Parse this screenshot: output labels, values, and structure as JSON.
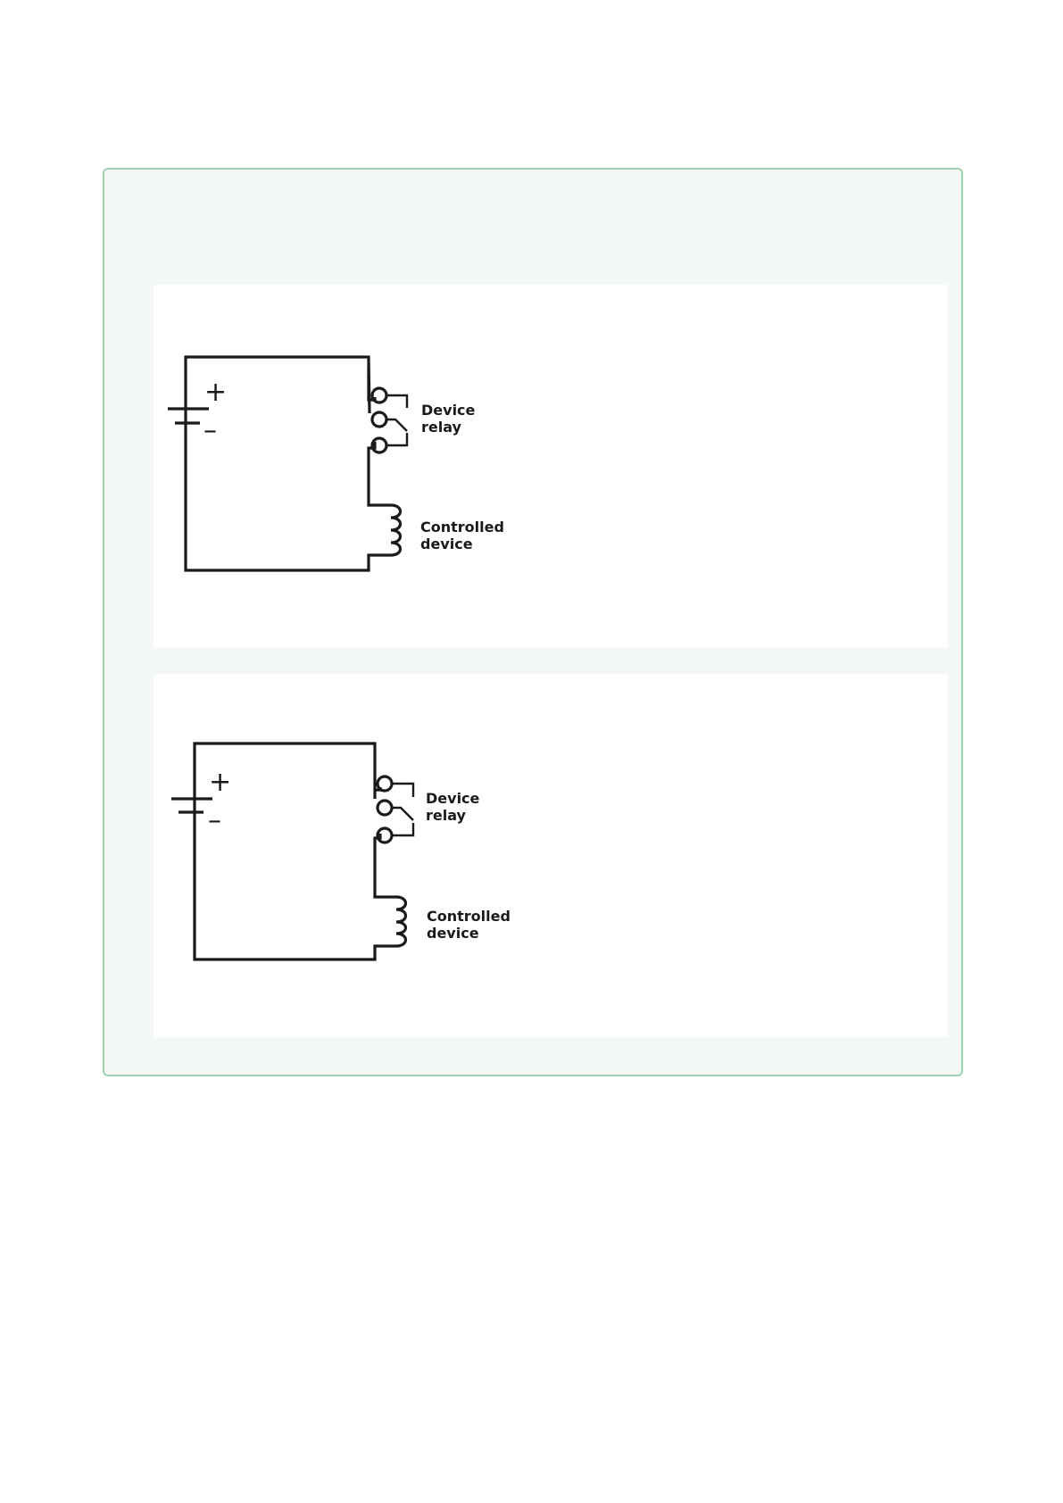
{
  "diagrams": [
    {
      "battery": {
        "plus": "+",
        "minus": "–"
      },
      "relay_label": [
        "Device",
        "relay"
      ],
      "device_label": [
        "Controlled",
        "device"
      ]
    },
    {
      "battery": {
        "plus": "+",
        "minus": "–"
      },
      "relay_label": [
        "Device",
        "relay"
      ],
      "device_label": [
        "Controlled",
        "device"
      ]
    }
  ]
}
